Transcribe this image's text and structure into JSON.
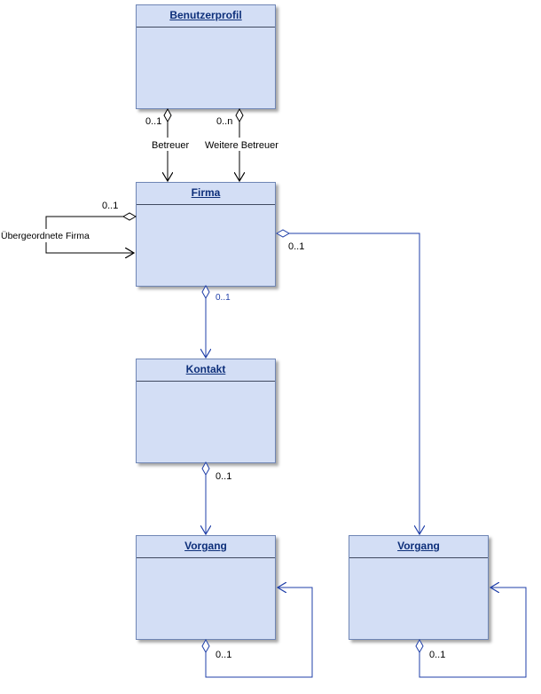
{
  "classes": {
    "benutzerprofil": "Benutzerprofil",
    "firma": "Firma",
    "kontakt": "Kontakt",
    "vorgang_left": "Vorgang",
    "vorgang_right": "Vorgang"
  },
  "labels": {
    "betreuer_mult": "0..1",
    "betreuer_role": "Betreuer",
    "weitere_mult": "0..n",
    "weitere_role": "Weitere Betreuer",
    "self_firma_mult": "0..1",
    "self_firma_role": "Übergeordnete Firma",
    "firma_vorgang_mult": "0..1",
    "firma_kontakt_mult": "0..1",
    "kontakt_vorgang_mult": "0..1",
    "vorgang_left_self_mult": "0..1",
    "vorgang_right_self_mult": "0..1"
  },
  "colors": {
    "black_edges": "#000000",
    "blue_edges": "#1f3fa8"
  }
}
